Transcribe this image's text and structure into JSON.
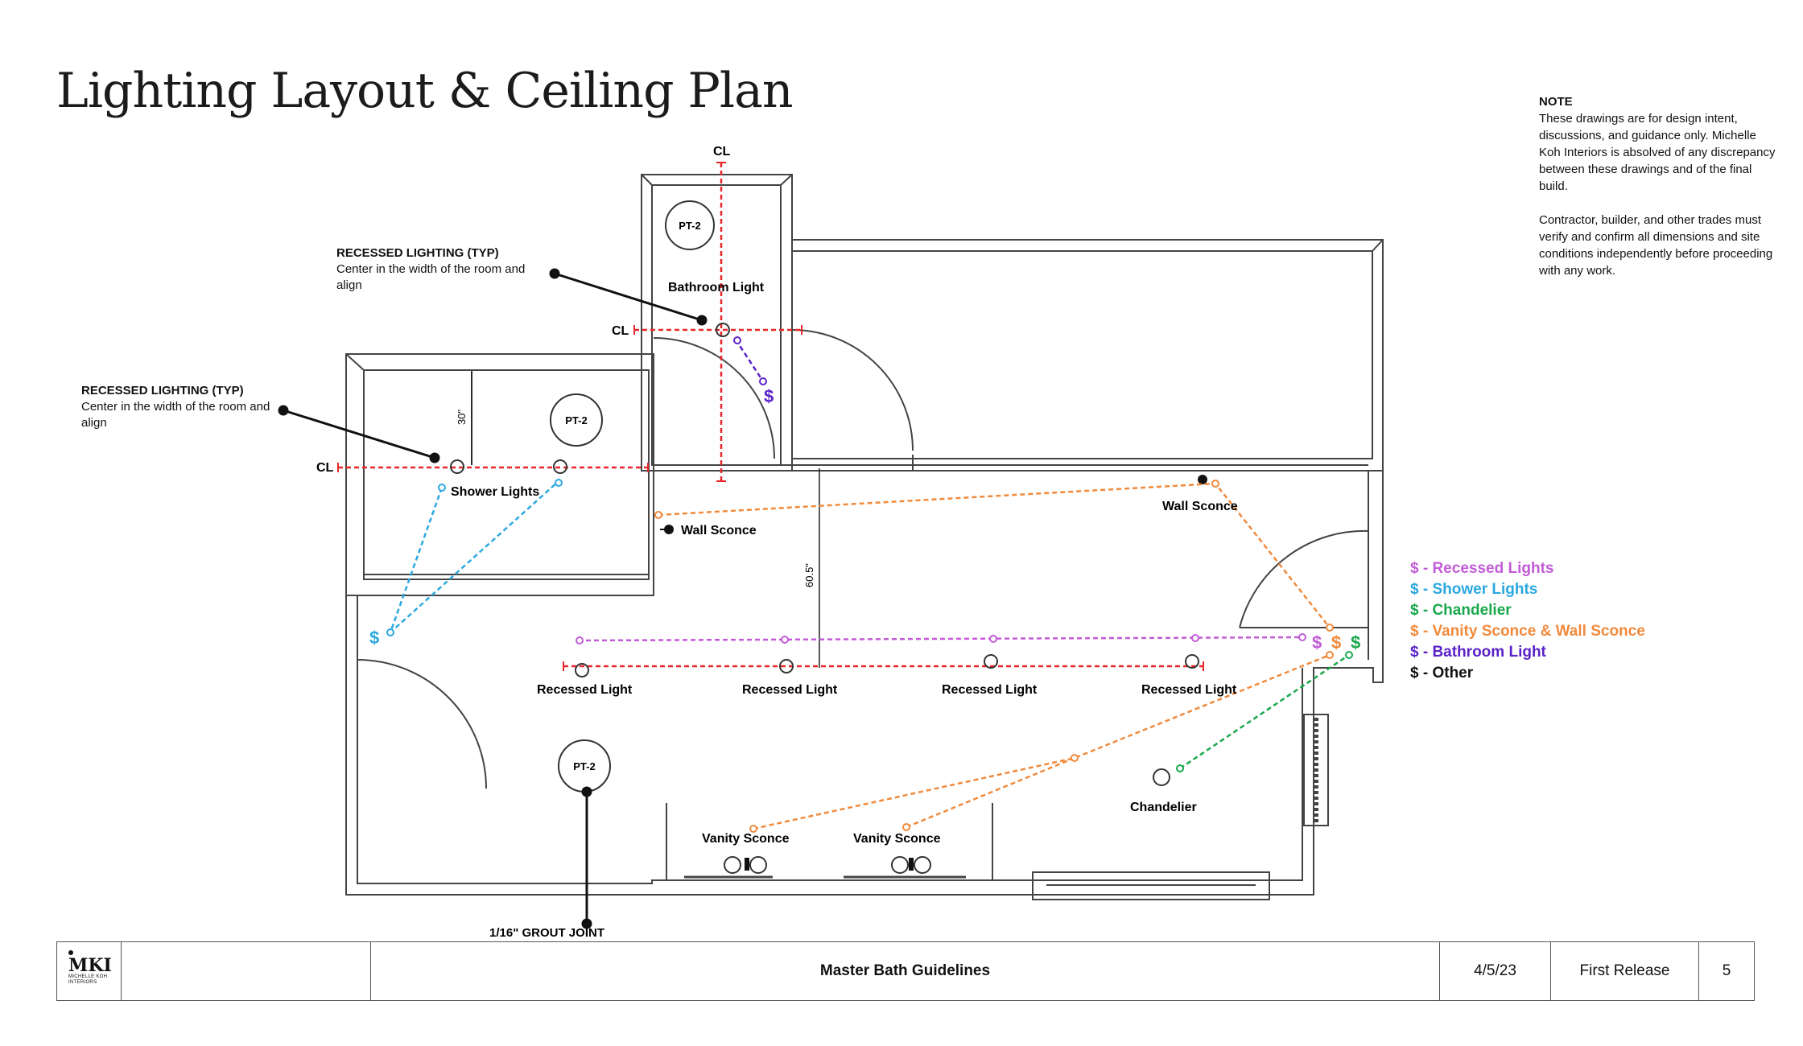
{
  "title": "Lighting Layout & Ceiling Plan",
  "note": {
    "heading": "NOTE",
    "paragraph1": "These drawings are for design intent, discussions, and guidance only. Michelle Koh Interiors is absolved of any discrepancy between these drawings and of the final build.",
    "paragraph2": "Contractor, builder, and other trades must verify and confirm all dimensions and site conditions independently before proceeding with any work."
  },
  "callouts": {
    "recessed_upper": {
      "heading": "RECESSED LIGHTING (TYP)",
      "text": "Center in the width of the room and align"
    },
    "recessed_lower": {
      "heading": "RECESSED LIGHTING (TYP)",
      "text": "Center in the width of the room and align"
    }
  },
  "plan_labels": {
    "cl_top": "CL",
    "cl_mid": "CL",
    "cl_left": "CL",
    "pt2_top": "PT-2",
    "pt2_shower": "PT-2",
    "pt2_floor": "PT-2",
    "bathroom_light": "Bathroom Light",
    "shower_lights": "Shower Lights",
    "wall_sconce_left": "Wall Sconce",
    "wall_sconce_right": "Wall Sconce",
    "recessed_1": "Recessed Light",
    "recessed_2": "Recessed Light",
    "recessed_3": "Recessed Light",
    "recessed_4": "Recessed Light",
    "vanity_sconce_1": "Vanity Sconce",
    "vanity_sconce_2": "Vanity Sconce",
    "chandelier": "Chandelier",
    "grout_joint": "1/16\" GROUT JOINT",
    "dim_30": "30\"",
    "dim_60_5": "60.5\""
  },
  "switch_symbol": "$",
  "legend": [
    {
      "symbol": "$",
      "label": "- Recessed Lights",
      "color": "#c25bd6"
    },
    {
      "symbol": "$",
      "label": "- Shower Lights",
      "color": "#2aa8e0"
    },
    {
      "symbol": "$",
      "label": "- Chandelier",
      "color": "#1aa84c"
    },
    {
      "symbol": "$",
      "label": "- Vanity Sconce & Wall Sconce",
      "color": "#f08a3c"
    },
    {
      "symbol": "$",
      "label": "- Bathroom Light",
      "color": "#5a22c8"
    },
    {
      "symbol": "$",
      "label": "- Other",
      "color": "#111111"
    }
  ],
  "title_block": {
    "logo_mark": "MKI",
    "logo_sub_1": "MICHELLE KOH",
    "logo_sub_2": "INTERIORS",
    "project": "Master Bath Guidelines",
    "date": "4/5/23",
    "status": "First Release",
    "page": "5"
  },
  "colors": {
    "centerline": "#e8262b",
    "recessed": "#c25bd6",
    "shower": "#2aa8e0",
    "chandelier": "#1aa84c",
    "sconce": "#f08a3c",
    "bathroom": "#5a22c8",
    "wall": "#333333"
  }
}
